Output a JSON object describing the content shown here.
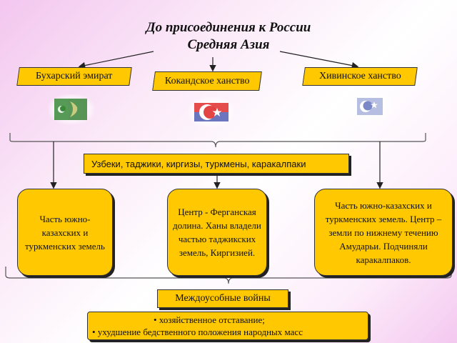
{
  "title": {
    "line1": "До присоединения к России",
    "line2": "Средняя Азия"
  },
  "states": [
    {
      "label": "Бухарский эмират"
    },
    {
      "label": "Кокандское ханство"
    },
    {
      "label": "Хивинское ханство"
    }
  ],
  "peoples": "Узбеки, таджики, киргизы, туркмены, каракалпаки",
  "territories": [
    {
      "text": "Часть южно-казахских и туркменских земель"
    },
    {
      "text": "Центр - Ферганская долина. Ханы владели частью таджикских земель, Киргизией."
    },
    {
      "text": "Часть южно-казахских и туркменских земель. Центр – земли по нижнему течению Амударьи. Подчиняли каракалпаков."
    }
  ],
  "wars": "Междоусобные войны",
  "results": [
    "хозяйственное отставание;",
    "ухудшение бедственного положения народных масс"
  ],
  "colors": {
    "box": "#ffc800",
    "border": "#333333",
    "shadow": "#222222"
  },
  "icons": [
    "bukhara-flag-icon",
    "kokand-flag-icon",
    "khiva-flag-icon"
  ]
}
